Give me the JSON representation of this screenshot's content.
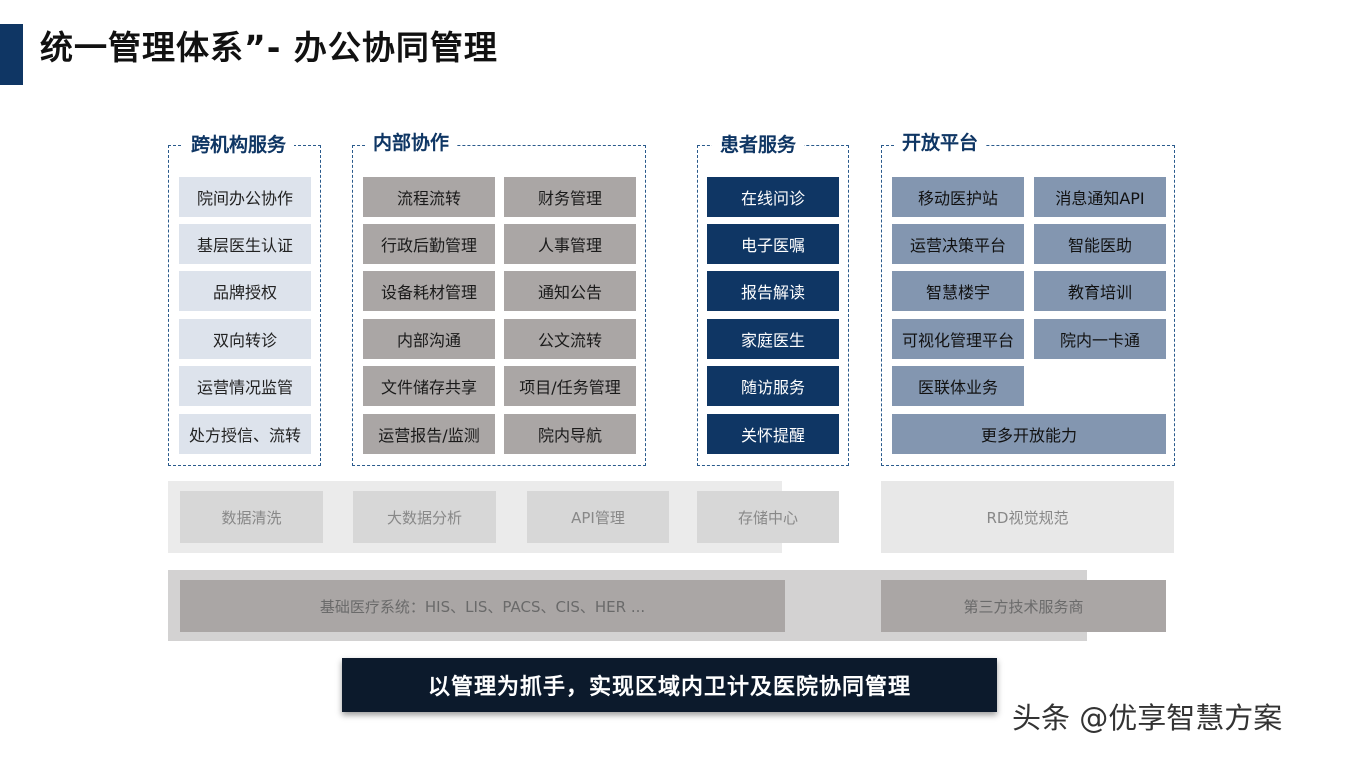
{
  "title": "统一管理体系”- 办公协同管理",
  "panels": {
    "cross": {
      "title": "跨机构服务",
      "items": [
        "院间办公协作",
        "基层医生认证",
        "品牌授权",
        "双向转诊",
        "运营情况监管",
        "处方授信、流转"
      ]
    },
    "internal": {
      "title": "内部协作",
      "left": [
        "流程流转",
        "行政后勤管理",
        "设备耗材管理",
        "内部沟通",
        "文件储存共享",
        "运营报告/监测"
      ],
      "right": [
        "财务管理",
        "人事管理",
        "通知公告",
        "公文流转",
        "项目/任务管理",
        "院内导航"
      ]
    },
    "patient": {
      "title": "患者服务",
      "items": [
        "在线问诊",
        "电子医嘱",
        "报告解读",
        "家庭医生",
        "随访服务",
        "关怀提醒"
      ]
    },
    "open": {
      "title": "开放平台",
      "left": [
        "移动医护站",
        "运营决策平台",
        "智慧楼宇",
        "可视化管理平台",
        "医联体业务"
      ],
      "right": [
        "消息通知API",
        "智能医助",
        "教育培训",
        "院内一卡通"
      ],
      "wide": "更多开放能力"
    }
  },
  "middle_layer": {
    "tiles": [
      "数据清洗",
      "大数据分析",
      "API管理",
      "存储中心"
    ],
    "right": "RD视觉规范"
  },
  "base_layer": {
    "left": "基础医疗系统：HIS、LIS、PACS、CIS、HER ...",
    "right": "第三方技术服务商"
  },
  "slogan": "以管理为抓手，实现区域内卫计及医院协同管理",
  "watermark": "头条 @优享智慧方案",
  "colors": {
    "navy": "#0f3664",
    "slate": "#8396b0",
    "gray": "#aaa6a5",
    "light": "#dde3ec"
  }
}
